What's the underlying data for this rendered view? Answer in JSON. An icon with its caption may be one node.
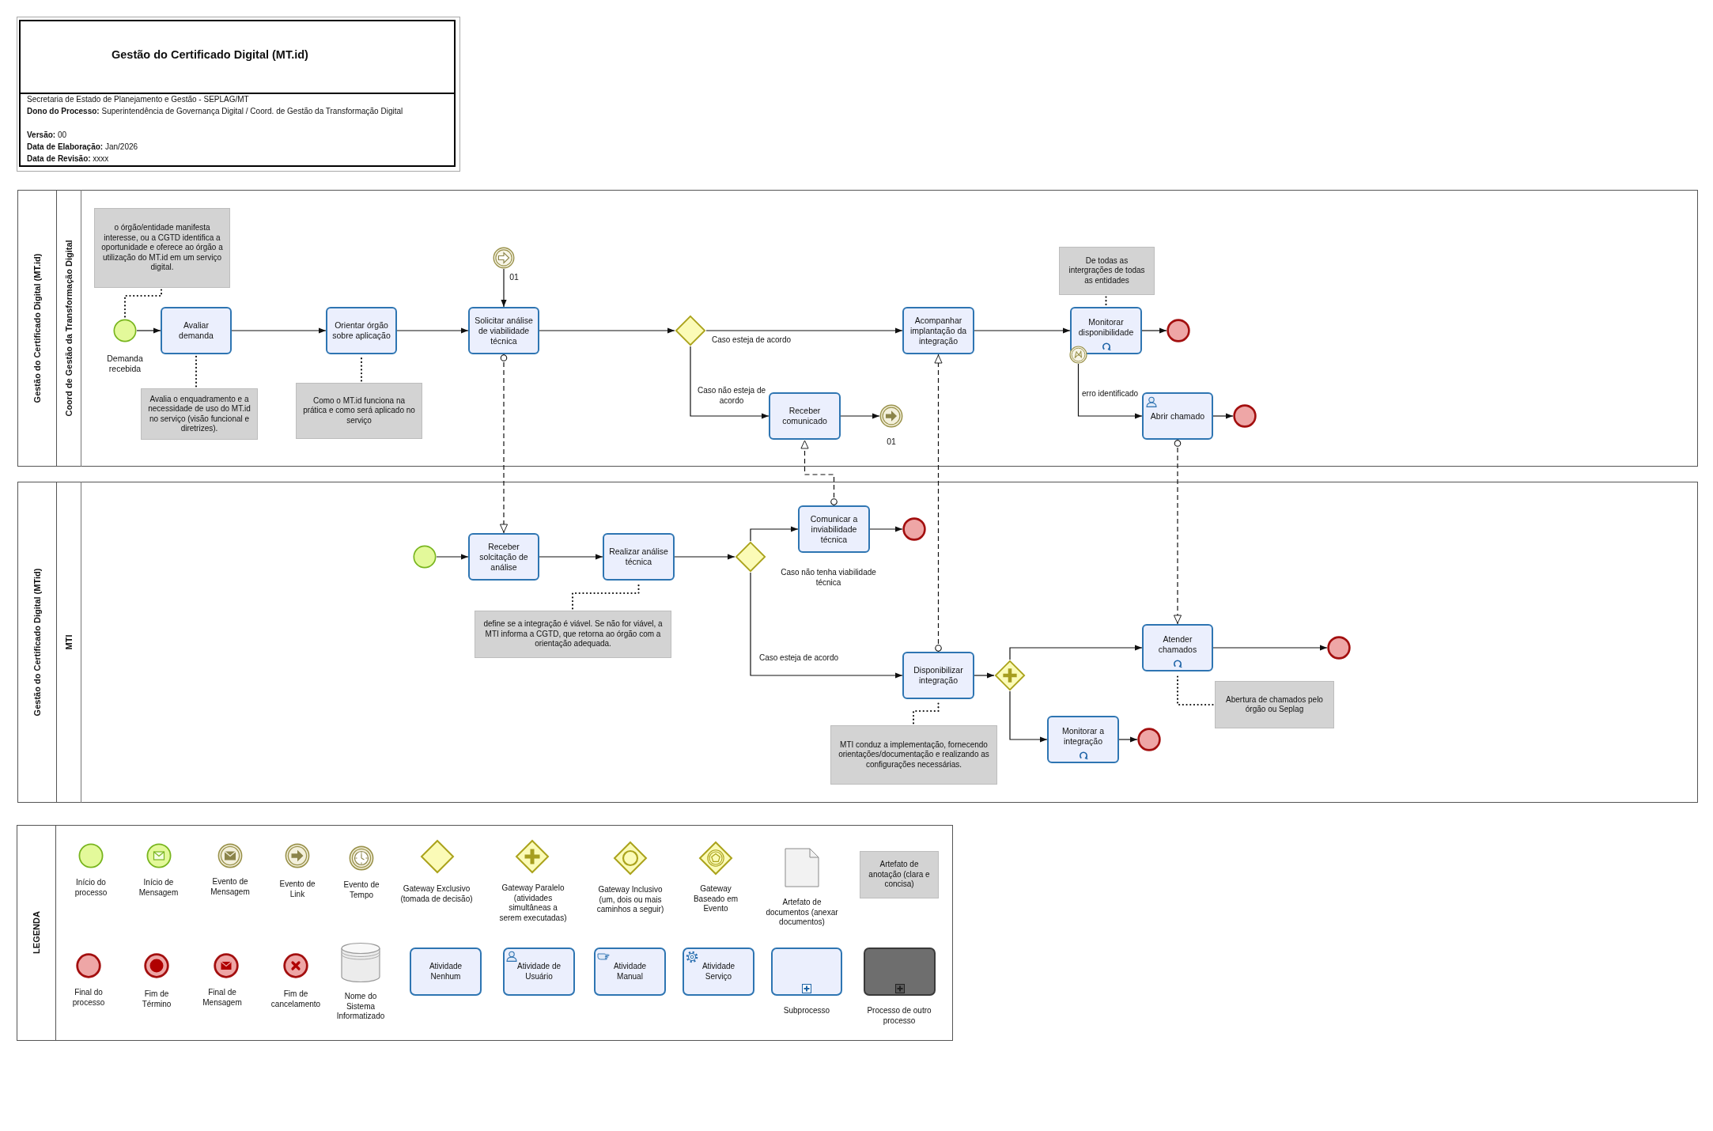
{
  "diagram": {
    "title": "Gestão do Certificado Digital (MT.id)",
    "nodes": [
      {
        "text": [
          "Gestão do Certificado Digital (MT.id)"
        ]
      },
      {
        "text": [
          "Coord de Gestão da Transformação Digital"
        ],
        "in": 0
      },
      {
        "text": [
          "o órgão/entidade manifesta interesse, ou a CGTD identifica a oportunidade e oferece ao órgão a utilização do MT.id em um serviço digital."
        ],
        "in": 1
      },
      {
        "text": [],
        "shape": "circle",
        "beside": [
          "Demanda recebida"
        ],
        "in": 1
      },
      {
        "text": [
          "Avaliar demanda"
        ],
        "in": 1
      },
      {
        "text": [
          "Avalia o enquadramento e a necessidade de uso do MT.id no serviço (visão funcional e diretrizes)."
        ],
        "in": 1
      },
      {
        "text": [
          "Orientar órgão sobre aplicação"
        ],
        "in": 1
      },
      {
        "text": [
          "Como o MT.id funciona na prática e como será aplicado no serviço"
        ],
        "in": 1
      },
      {
        "text": [],
        "shape": "circle",
        "beside": [
          "01"
        ],
        "in": 1
      },
      {
        "text": [
          "Solicitar análise de viabilidade técnica"
        ],
        "in": 1
      },
      {
        "text": [],
        "shape": "diamond",
        "in": 1
      },
      {
        "text": [
          "Receber comunicado"
        ],
        "in": 1
      },
      {
        "text": [],
        "shape": "circle",
        "beside": [
          "01"
        ],
        "in": 1
      },
      {
        "text": [
          "Acompanhar implantação da integração"
        ],
        "in": 1
      },
      {
        "text": [
          "De todas as intergrações de todas as entidades"
        ],
        "in": 1
      },
      {
        "text": [
          "Monitorar disponibilidade"
        ],
        "in": 1
      },
      {
        "text": [],
        "shape": "circle",
        "in": 1
      },
      {
        "text": [],
        "shape": "circle",
        "in": 1
      },
      {
        "text": [
          "Abrir chamado"
        ],
        "in": 1
      },
      {
        "text": [],
        "shape": "circle",
        "in": 1
      },
      {
        "text": [
          "Gestão do Certificado Digital (MTid)"
        ]
      },
      {
        "text": [
          "MTI"
        ],
        "in": 20
      },
      {
        "text": [],
        "shape": "circle",
        "in": 21
      },
      {
        "text": [
          "Receber solcitação de análise"
        ],
        "in": 21
      },
      {
        "text": [
          "Realizar análise técnica"
        ],
        "in": 21
      },
      {
        "text": [
          "define se a integração é viável. Se não for viável, a MTI informa a CGTD, que retorna ao órgão com a orientação adequada."
        ],
        "in": 21
      },
      {
        "text": [],
        "shape": "diamond",
        "in": 21
      },
      {
        "text": [
          "Comunicar a inviabilidade técnica"
        ],
        "in": 21
      },
      {
        "text": [],
        "shape": "circle",
        "in": 21
      },
      {
        "text": [
          "Disponibilizar integração"
        ],
        "in": 21
      },
      {
        "text": [
          "MTI conduz a implementação, fornecendo orientações/documentação e realizando as configurações necessárias."
        ],
        "in": 21
      },
      {
        "text": [],
        "shape": "diamond",
        "in": 21
      },
      {
        "text": [
          "Atender chamados"
        ],
        "in": 21
      },
      {
        "text": [
          "Abertura de chamados pelo órgão ou Seplag"
        ],
        "in": 21
      },
      {
        "text": [
          "Monitorar a integração"
        ],
        "in": 21
      },
      {
        "text": [],
        "shape": "circle",
        "in": 21
      },
      {
        "text": [],
        "shape": "circle",
        "in": 21
      }
    ],
    "edges": [
      {
        "from": 3,
        "to": 4,
        "arrow": "to"
      },
      {
        "from": 4,
        "to": 6,
        "arrow": "to"
      },
      {
        "from": 6,
        "to": 9,
        "arrow": "to"
      },
      {
        "from": 8,
        "to": 9,
        "arrow": "to"
      },
      {
        "from": 9,
        "to": 10,
        "arrow": "to"
      },
      {
        "from": 10,
        "to": 13,
        "arrow": "to",
        "label": "Caso esteja de acordo"
      },
      {
        "from": 10,
        "to": 11,
        "arrow": "to",
        "label": "Caso não esteja de acordo"
      },
      {
        "from": 11,
        "to": 12,
        "arrow": "to"
      },
      {
        "from": 13,
        "to": 15,
        "arrow": "to"
      },
      {
        "from": 15,
        "to": 17,
        "arrow": "to"
      },
      {
        "from": 16,
        "to": 18,
        "arrow": "to",
        "label": "erro identificado"
      },
      {
        "from": 18,
        "to": 19,
        "arrow": "to"
      },
      {
        "from": 2,
        "to": 3,
        "arrow": "none",
        "style": "dashed"
      },
      {
        "from": 5,
        "to": 4,
        "arrow": "none",
        "style": "dashed"
      },
      {
        "from": 7,
        "to": 6,
        "arrow": "none",
        "style": "dashed"
      },
      {
        "from": 14,
        "to": 15,
        "arrow": "none",
        "style": "dashed"
      },
      {
        "from": 9,
        "to": 23,
        "arrow": "to",
        "style": "dashed"
      },
      {
        "from": 27,
        "to": 11,
        "arrow": "to",
        "style": "dashed"
      },
      {
        "from": 29,
        "to": 13,
        "arrow": "to",
        "style": "dashed"
      },
      {
        "from": 18,
        "to": 32,
        "arrow": "to",
        "style": "dashed"
      },
      {
        "from": 22,
        "to": 23,
        "arrow": "to"
      },
      {
        "from": 23,
        "to": 24,
        "arrow": "to"
      },
      {
        "from": 24,
        "to": 26,
        "arrow": "to"
      },
      {
        "from": 26,
        "to": 27,
        "arrow": "to",
        "label": "Caso não tenha viabilidade técnica"
      },
      {
        "from": 26,
        "to": 29,
        "arrow": "to",
        "label": "Caso esteja de acordo"
      },
      {
        "from": 27,
        "to": 28,
        "arrow": "to"
      },
      {
        "from": 29,
        "to": 31,
        "arrow": "to"
      },
      {
        "from": 31,
        "to": 32,
        "arrow": "to"
      },
      {
        "from": 31,
        "to": 34,
        "arrow": "to"
      },
      {
        "from": 32,
        "to": 36,
        "arrow": "to"
      },
      {
        "from": 34,
        "to": 35,
        "arrow": "to"
      },
      {
        "from": 25,
        "to": 24,
        "arrow": "none",
        "style": "dashed"
      },
      {
        "from": 30,
        "to": 29,
        "arrow": "none",
        "style": "dashed"
      },
      {
        "from": 33,
        "to": 32,
        "arrow": "none",
        "style": "dashed"
      }
    ],
    "labels": [
      "Secretaria de Estado de Planejamento e Gestão - SEPLAG/MT",
      "**Dono do Processo:** Superintendência de Governança Digital / Coord. de Gestão da Transformação Digital",
      "**Versão:** 00",
      "**Data de Elaboração:** Jan/2026",
      "**Data de Revisão:** xxxx",
      "LEGENDA"
    ],
    "legend": [
      {
        "text": "Início do processo"
      },
      {
        "text": "Início de Mensagem"
      },
      {
        "text": "Evento de Mensagem"
      },
      {
        "text": "Evento de Link"
      },
      {
        "text": "Evento de Tempo"
      },
      {
        "text": "Gateway Exclusivo (tomada de decisão)"
      },
      {
        "text": "Gateway Paralelo (atividades simultâneas a serem executadas)"
      },
      {
        "text": "Gateway Inclusivo (um, dois ou mais caminhos a seguir)"
      },
      {
        "text": "Gateway Baseado em Evento"
      },
      {
        "text": "Artefato de documentos (anexar documentos)"
      },
      {
        "text": "Artefato de anotação (clara e concisa)"
      },
      {
        "text": "Final do processo"
      },
      {
        "text": "Fim de Término"
      },
      {
        "text": "Final de Mensagem"
      },
      {
        "text": "Fim de cancelamento"
      },
      {
        "text": "Nome do Sistema Informatizado"
      },
      {
        "text": "Atividade Nenhum"
      },
      {
        "text": "Atividade de Usuário"
      },
      {
        "text": "Atividade Manual"
      },
      {
        "text": "Atividade Serviço"
      },
      {
        "text": "Subprocesso"
      },
      {
        "text": "Processo de outro processo"
      }
    ]
  }
}
